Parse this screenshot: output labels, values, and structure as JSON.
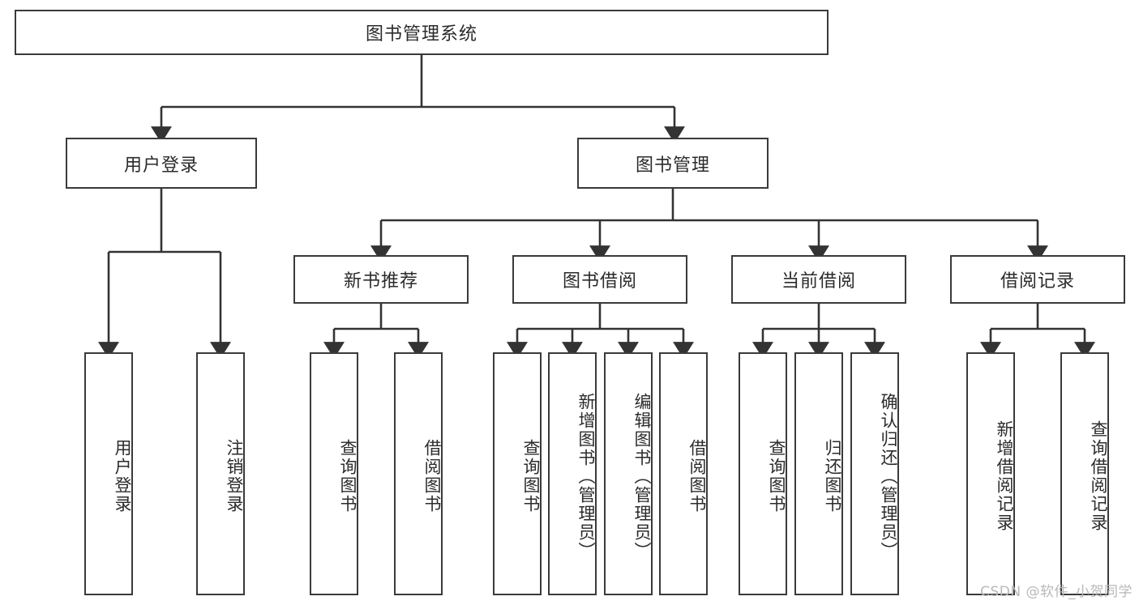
{
  "diagram": {
    "title": "图书管理系统",
    "type": "tree",
    "root": {
      "id": "root",
      "label": "图书管理系统",
      "orientation": "horizontal"
    },
    "level2": [
      {
        "id": "user-login",
        "label": "用户登录",
        "orientation": "horizontal"
      },
      {
        "id": "book-management",
        "label": "图书管理",
        "orientation": "horizontal"
      }
    ],
    "level3": [
      {
        "id": "new-book-recommend",
        "label": "新书推荐",
        "orientation": "horizontal",
        "parent": "book-management"
      },
      {
        "id": "book-borrow",
        "label": "图书借阅",
        "orientation": "horizontal",
        "parent": "book-management"
      },
      {
        "id": "current-borrow",
        "label": "当前借阅",
        "orientation": "horizontal",
        "parent": "book-management"
      },
      {
        "id": "borrow-record",
        "label": "借阅记录",
        "orientation": "horizontal",
        "parent": "book-management"
      }
    ],
    "leaves": [
      {
        "id": "leaf-user-login",
        "label": "用户登录",
        "parent": "user-login"
      },
      {
        "id": "leaf-logout-login",
        "label": "注销登录",
        "parent": "user-login"
      },
      {
        "id": "leaf-query-book-1",
        "label": "查询图书",
        "parent": "new-book-recommend"
      },
      {
        "id": "leaf-borrow-book-1",
        "label": "借阅图书",
        "parent": "new-book-recommend"
      },
      {
        "id": "leaf-query-book-2",
        "label": "查询图书",
        "parent": "book-borrow"
      },
      {
        "id": "leaf-add-book",
        "label": "新增图书（管理员）",
        "parent": "book-borrow"
      },
      {
        "id": "leaf-edit-book",
        "label": "编辑图书（管理员）",
        "parent": "book-borrow"
      },
      {
        "id": "leaf-borrow-book-2",
        "label": "借阅图书",
        "parent": "book-borrow"
      },
      {
        "id": "leaf-query-book-3",
        "label": "查询图书",
        "parent": "current-borrow"
      },
      {
        "id": "leaf-return-book",
        "label": "归还图书",
        "parent": "current-borrow"
      },
      {
        "id": "leaf-confirm-return",
        "label": "确认归还（管理员）",
        "parent": "current-borrow"
      },
      {
        "id": "leaf-add-record",
        "label": "新增借阅记录",
        "parent": "borrow-record"
      },
      {
        "id": "leaf-query-record",
        "label": "查询借阅记录",
        "parent": "borrow-record"
      }
    ],
    "watermark": "CSDN @软件_小贺同学",
    "colors": {
      "box_border": "#3a3a3a",
      "box_fill": "#ffffff",
      "connector": "#333333",
      "text": "#2b2b2b",
      "watermark": "#b8b8b8",
      "background": "#ffffff"
    }
  }
}
